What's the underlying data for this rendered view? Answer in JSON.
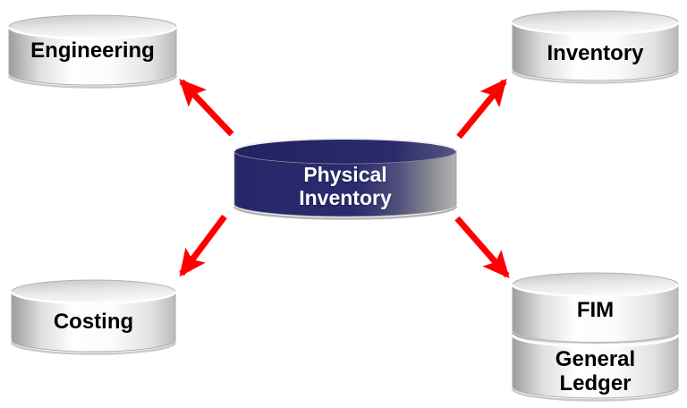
{
  "diagram": {
    "center_node": {
      "shape": "database-cylinder",
      "label_line1": "Physical",
      "label_line2": "Inventory"
    },
    "nodes": {
      "engineering": {
        "shape": "database-cylinder",
        "label": "Engineering"
      },
      "inventory": {
        "shape": "database-cylinder",
        "label": "Inventory"
      },
      "costing": {
        "shape": "database-cylinder",
        "label": "Costing"
      },
      "fim": {
        "shape": "database-cylinder-stacked-top",
        "label": "FIM"
      },
      "general_ledger": {
        "shape": "database-cylinder-stacked-bottom",
        "label_line1": "General",
        "label_line2": "Ledger"
      }
    },
    "connections": [
      {
        "from": "physical-inventory",
        "to": "engineering",
        "direction": "up-left"
      },
      {
        "from": "physical-inventory",
        "to": "inventory",
        "direction": "up-right"
      },
      {
        "from": "physical-inventory",
        "to": "costing",
        "direction": "down-left"
      },
      {
        "from": "physical-inventory",
        "to": "fim-general-ledger",
        "direction": "down-right"
      }
    ],
    "colors": {
      "arrow_red": "#ff0000",
      "center_cylinder_navy": "#28286a",
      "side_cylinder_gray": "#f2f2f2",
      "text_dark": "#000000",
      "text_light": "#ffffff"
    }
  }
}
